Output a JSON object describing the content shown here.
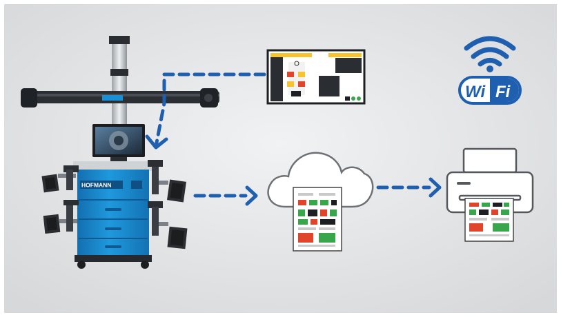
{
  "wifi": {
    "left_text": "Wi",
    "right_text": "Fi",
    "color": "#1f5fb0"
  },
  "machine": {
    "brand_label": "HOFMANN",
    "body_color": "#1a8fd6"
  },
  "colors": {
    "arrow": "#1f5fb0",
    "background": "#e6e7e9"
  },
  "icons": {
    "cloud": "cloud-icon",
    "printer": "printer-icon",
    "wifi": "wifi-icon"
  }
}
